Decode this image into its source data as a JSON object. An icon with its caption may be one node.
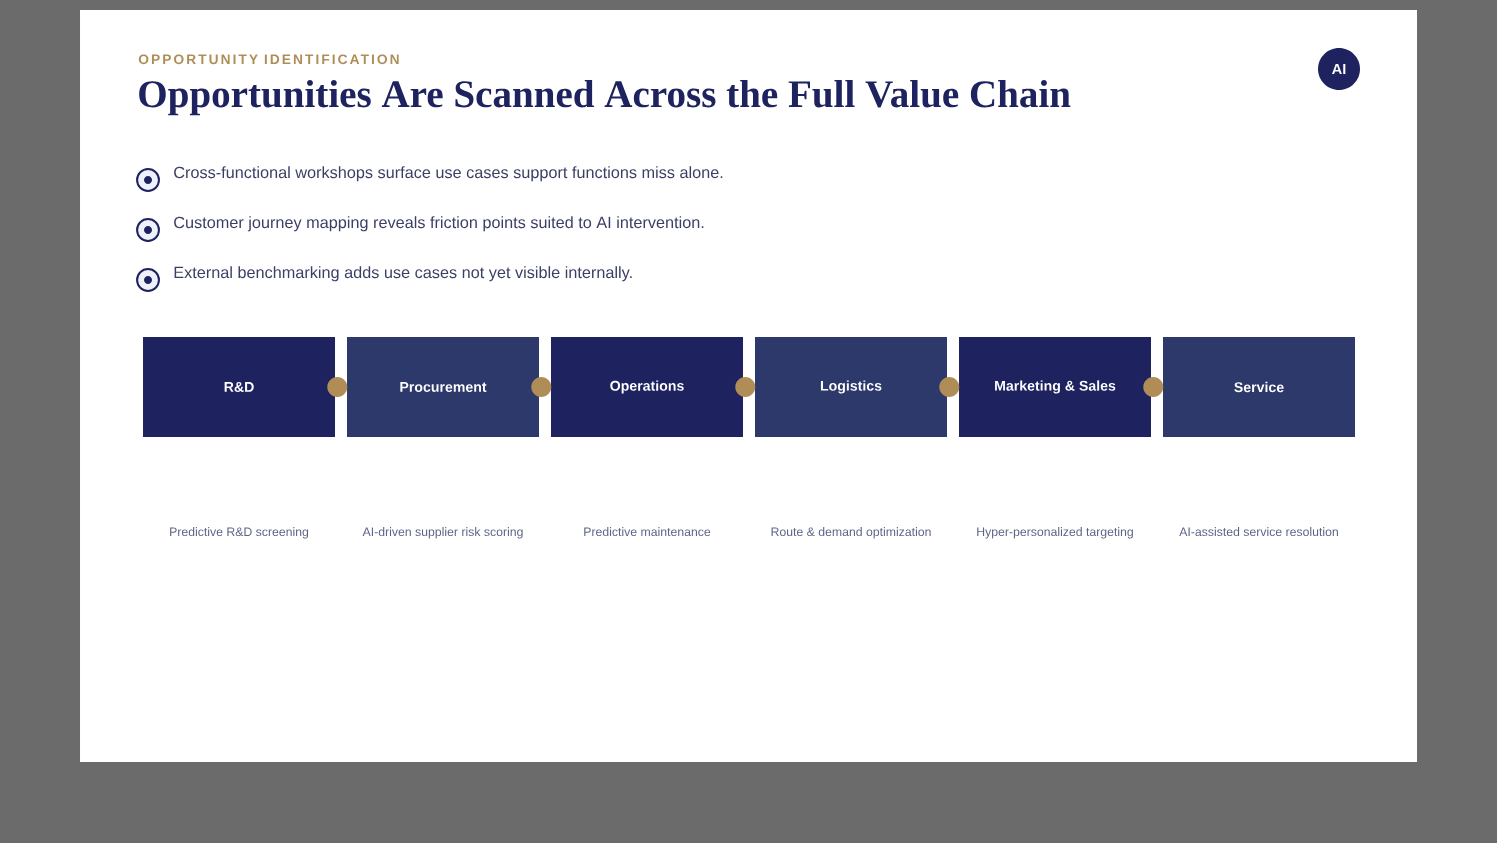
{
  "diagram": {
    "title": "Opportunities Are Scanned Across the Full Value Chain",
    "nodes": [
      {
        "text": [
          "AI"
        ]
      },
      {
        "text": [
          "R&D"
        ]
      },
      {
        "text": [
          "Procurement"
        ]
      },
      {
        "text": [
          "Operations"
        ]
      },
      {
        "text": [
          "Logistics"
        ]
      },
      {
        "text": [
          "Marketing & Sales"
        ]
      },
      {
        "text": [
          "Service"
        ]
      }
    ],
    "labels": [
      "OPPORTUNITY IDENTIFICATION",
      "Cross-functional workshops surface use cases support functions miss alone.",
      "Customer journey mapping reveals friction points suited to AI intervention.",
      "External benchmarking adds use cases not yet visible internally.",
      "Predictive R&D screening",
      "AI-driven supplier risk scoring",
      "Predictive maintenance",
      "Route & demand optimization",
      "Hyper-personalized targeting",
      "AI-assisted service resolution"
    ]
  }
}
